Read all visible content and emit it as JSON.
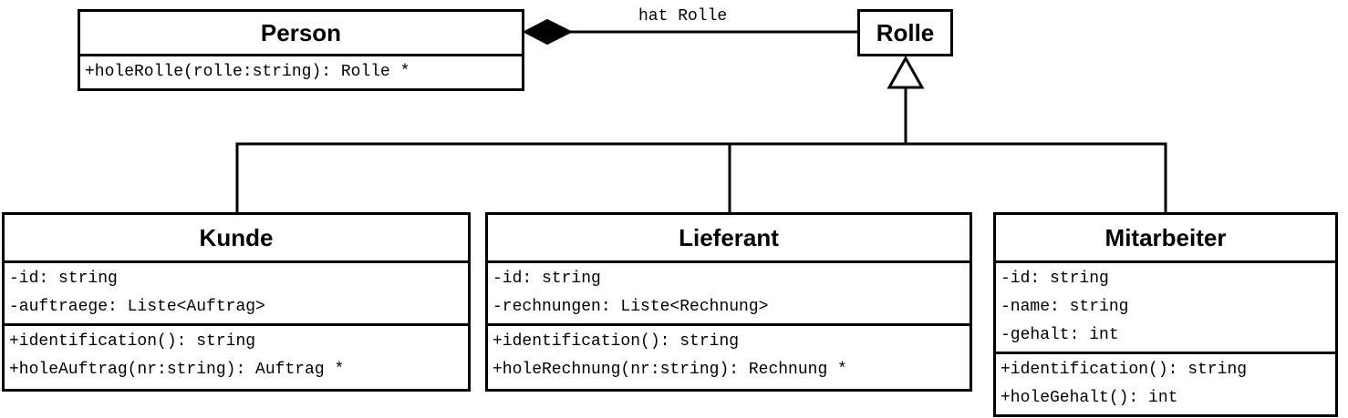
{
  "diagram": {
    "type": "uml-class-diagram",
    "background_color": "#ffffff",
    "line_color": "#000000",
    "classes": {
      "person": {
        "name": "Person",
        "attributes": [],
        "methods": [
          "+holeRolle(rolle:string): Rolle *"
        ]
      },
      "rolle": {
        "name": "Rolle",
        "attributes": [],
        "methods": []
      },
      "kunde": {
        "name": "Kunde",
        "attributes": [
          "-id: string",
          "-auftraege: Liste<Auftrag>"
        ],
        "methods": [
          "+identification(): string",
          "+holeAuftrag(nr:string): Auftrag *"
        ]
      },
      "lieferant": {
        "name": "Lieferant",
        "attributes": [
          "-id: string",
          "-rechnungen: Liste<Rechnung>"
        ],
        "methods": [
          "+identification(): string",
          "+holeRechnung(nr:string): Rechnung *"
        ]
      },
      "mitarbeiter": {
        "name": "Mitarbeiter",
        "attributes": [
          "-id: string",
          "-name: string",
          "-gehalt: int"
        ],
        "methods": [
          "+identification(): string",
          "+holeGehalt(): int"
        ]
      }
    },
    "relationships": {
      "composition": {
        "label": "hat Rolle",
        "from": "Person",
        "to": "Rolle",
        "diamond_end": "Person"
      },
      "generalization": {
        "parent": "Rolle",
        "children": [
          "Kunde",
          "Lieferant",
          "Mitarbeiter"
        ]
      }
    }
  }
}
